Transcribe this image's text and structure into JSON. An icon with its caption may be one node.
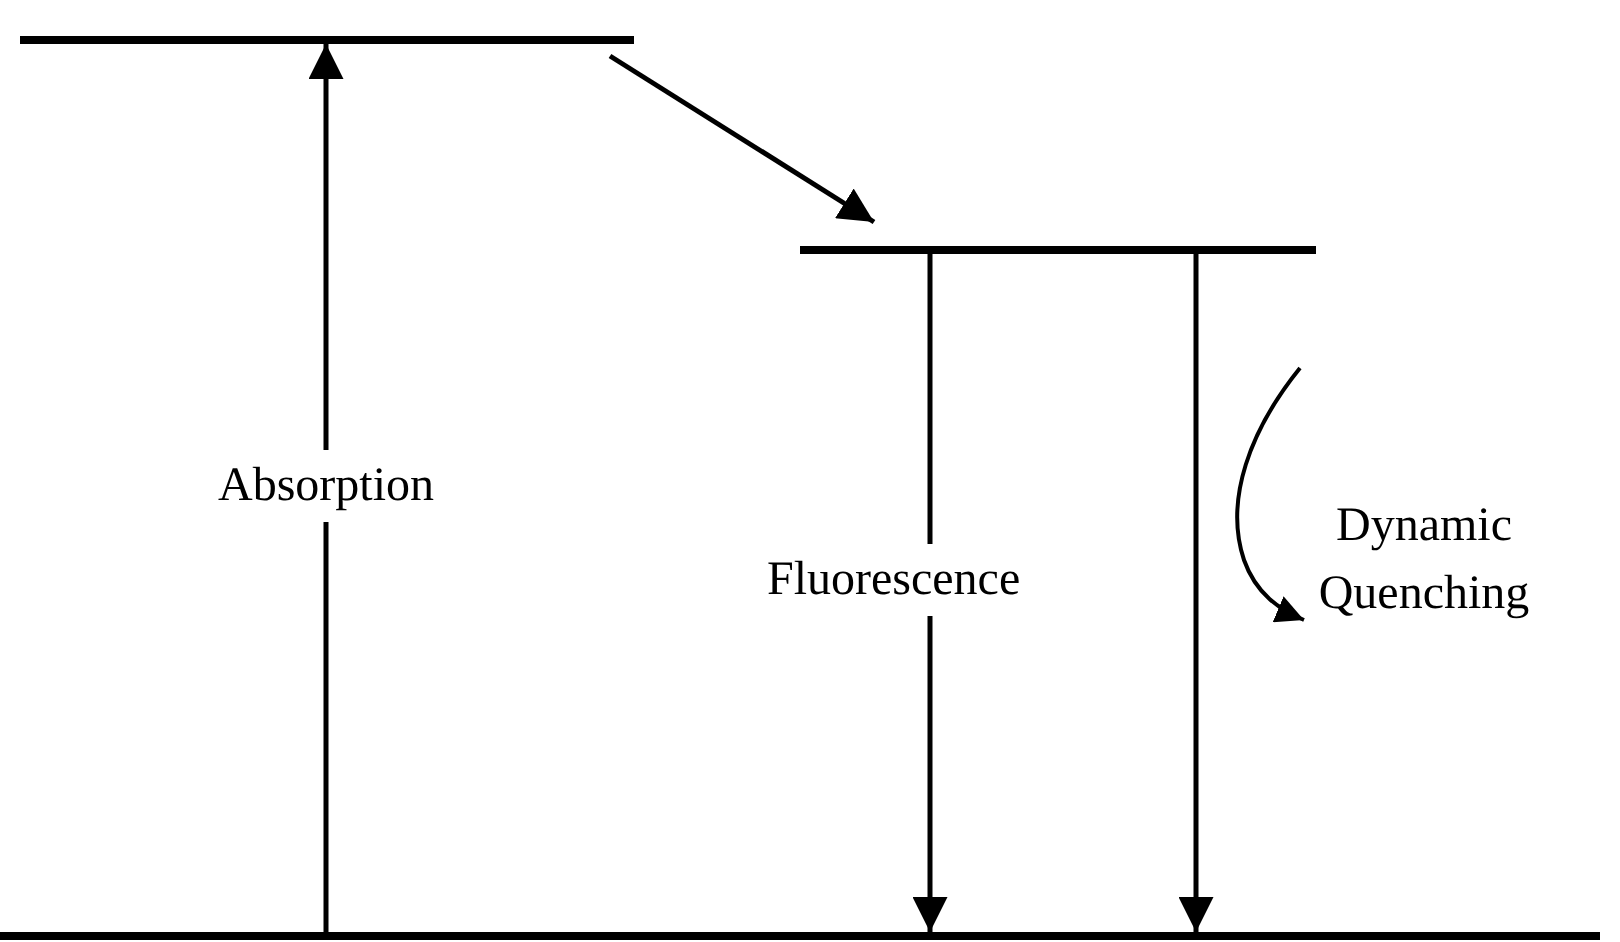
{
  "diagram": {
    "nodes": [
      {
        "text": [],
        "shape": "bar"
      },
      {
        "text": [],
        "shape": "bar"
      },
      {
        "text": [],
        "shape": "bar"
      }
    ],
    "edges": [
      {
        "from": 2,
        "to": 0,
        "arrow": "to",
        "label": "Absorption"
      },
      {
        "from": 0,
        "to": 1,
        "arrow": "to"
      },
      {
        "from": 1,
        "to": 2,
        "arrow": "to",
        "label": "Fluorescence"
      },
      {
        "from": 1,
        "to": 2,
        "arrow": "to",
        "label": "Dynamic Quenching"
      }
    ]
  }
}
